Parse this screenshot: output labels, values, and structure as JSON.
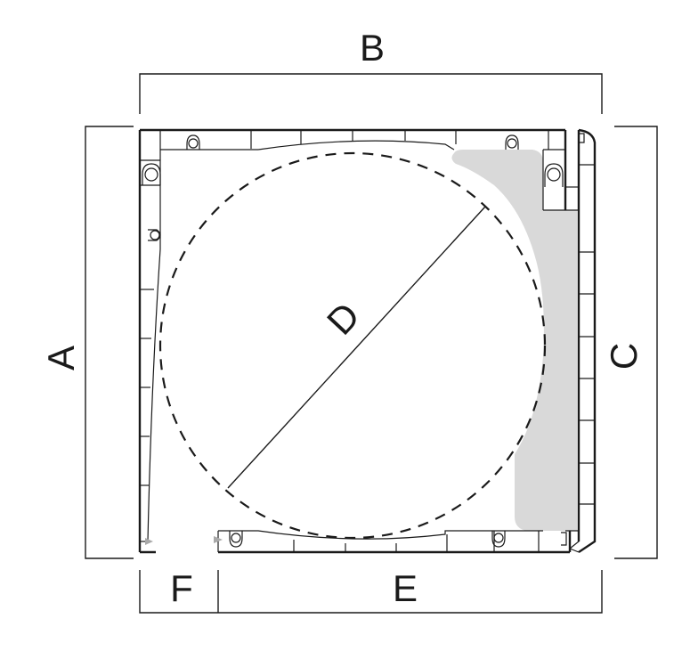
{
  "labels": {
    "a": "A",
    "b": "B",
    "c": "C",
    "d": "D",
    "e": "E",
    "f": "F"
  },
  "colors": {
    "stroke": "#1a1a1a",
    "shade": "#d9d9d9",
    "tab": "#a9a9a9"
  }
}
